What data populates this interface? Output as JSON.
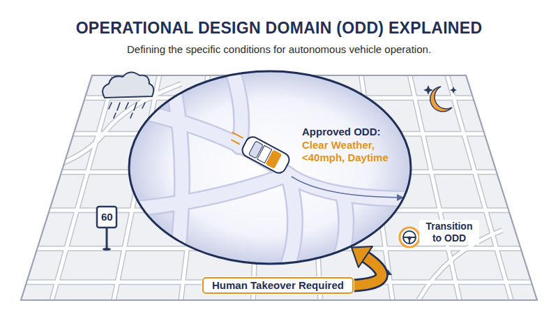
{
  "diagram": {
    "title": "OPERATIONAL DESIGN DOMAIN (ODD) EXPLAINED",
    "caption": "Defining the specific conditions for autonomous vehicle operation.",
    "nodes": [
      {
        "text": [
          "Approved ODD:",
          "Clear Weather, <40mph, Daytime"
        ]
      },
      {
        "text": [
          "Human Takeover Required"
        ]
      }
    ],
    "edges": [
      {
        "from": 1,
        "to": 0,
        "arrow": "to"
      }
    ],
    "labels": [
      "60",
      "Transition to ODD"
    ]
  }
}
